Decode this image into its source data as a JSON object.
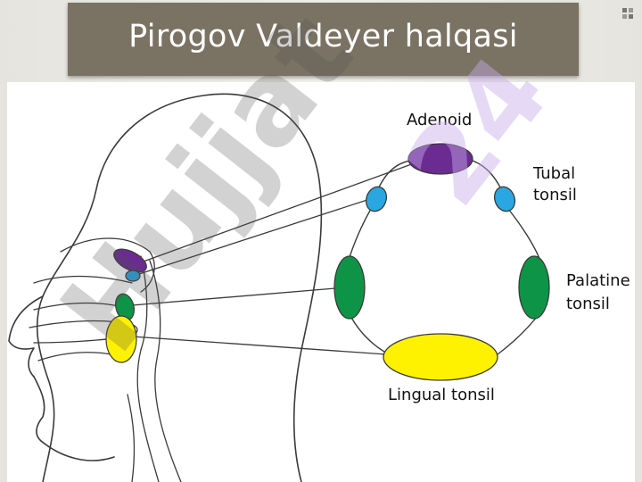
{
  "slide": {
    "title": "Pirogov Valdeyer halqasi"
  },
  "diagram": {
    "labels": {
      "adenoid": "Adenoid",
      "tubal_line1": "Tubal",
      "tubal_line2": "tonsil",
      "palatine_line1": "Palatine",
      "palatine_line2": "tonsil",
      "lingual": "Lingual tonsil"
    },
    "colors": {
      "adenoid": "#6a2c91",
      "tubal": "#2aa7e0",
      "palatine": "#0e9447",
      "lingual": "#fff200",
      "outline": "#3a3a3a"
    }
  },
  "watermark": {
    "word": "Hujjat",
    "number": "24"
  }
}
